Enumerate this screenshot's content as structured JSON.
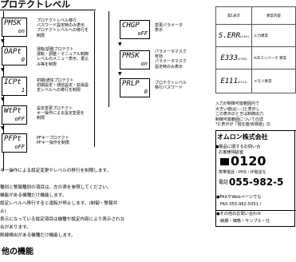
{
  "left": {
    "heading": "プロテクトレベル",
    "displays": [
      {
        "top": "PMSK",
        "bottom": "on",
        "label": [
          "プロテクトレベル移行",
          "パスワード設定時のみ表示",
          "プロテクトレベルへの移行を",
          "制限"
        ]
      },
      {
        "top": "OAPt",
        "bottom": "0",
        "label": [
          "運転/調整プロテクト",
          "運転・調整・マニュアル制御",
          "レベルのメニュー表示、書込",
          "み等を制限"
        ]
      },
      {
        "top": "ICPt",
        "bottom": "1",
        "label": [
          "初期/通信プロテクト",
          "初期設定・通信設定・拡張設",
          "定レベルへの移行を制限"
        ]
      },
      {
        "top": "WtPt",
        "bottom": "oFF",
        "label": [
          "設定変更プロテクト",
          "キー操作による設定変更を",
          "制限"
        ]
      },
      {
        "top": "PFPt",
        "bottom": "oFF",
        "label": [
          "PFキープロテクト",
          "PFキー操作を制限"
        ]
      }
    ],
    "right_displays": [
      {
        "top": "CHGP",
        "bottom": "oFF",
        "label": [
          "変更パラメータ",
          "表示"
        ]
      },
      {
        "top": "PMSK",
        "bottom": "on",
        "label": [
          "パラメータマスク",
          "有効",
          "パラメータマスク",
          "設定時のみ表示"
        ]
      },
      {
        "top": "PRLP",
        "bottom": "0",
        "label": [
          "プロテクトレベル",
          "移行パスワード"
        ]
      }
    ],
    "footnote": "キー操作による設定変更やレベルの移行を制限します。",
    "paragraphs": [
      "種別と警報種別の項目は、左の表を参照してください。",
      "機能がある機種だけ機能します。",
      "設定レベルへ移行すると運転が停止します。(制御・警報共",
      "止)",
      "表示になっている設定項目は機種や設定内容により表示されな",
      "合があります。",
      "断線検出がある機種だけ機能します。"
    ],
    "section": "他の機能"
  },
  "right": {
    "table_header": [
      "第1表示",
      "異常内容"
    ],
    "rows": [
      {
        "code": "S.ERR",
        "sub": "(S.Err)",
        "desc": "入力異常"
      },
      {
        "code": "E333",
        "sub": "(E333)",
        "desc": "A/Dコンバータ 異常"
      },
      {
        "code": "E111",
        "sub": "(E111)",
        "desc": "メモリ異常"
      }
    ],
    "note_lines": [
      "入力が制御可能範囲内で",
      "大きい値は[::::]と表示し",
      "この表示のときは制御出力",
      "制御可能範囲についての詳",
      "*2:表示が「現在値/目標値」の"
    ],
    "company": "オムロン株式会社",
    "contact_lines": [
      "●製品に関するお問い合",
      "お客様相談室"
    ],
    "freedial": "0120",
    "mobile_note": "携帯電話・PHS・IP電話な",
    "phone_label": "電話",
    "phone": "055-982-5",
    "fax_line": "●FAXやWebページでも",
    "fax": "FAX 055-982-5051 /",
    "other_lines": [
      "●その他のお問い合わせ",
      "納期・価格・サンプル・仕"
    ]
  }
}
